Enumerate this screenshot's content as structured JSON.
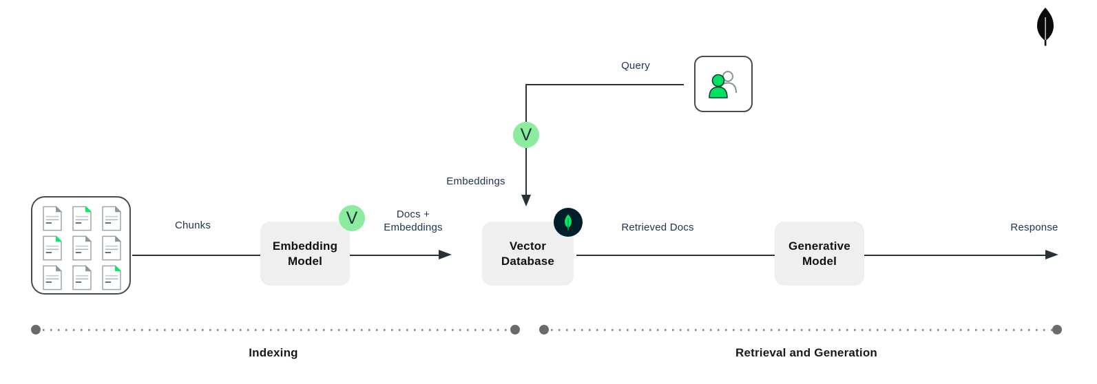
{
  "diagram": {
    "brand": {
      "logo_icon": "mongodb-leaf-icon"
    },
    "nodes": {
      "documents": {
        "icon": "document-icon",
        "fold_pattern": [
          "gray",
          "green",
          "gray",
          "green",
          "gray",
          "gray",
          "gray",
          "gray",
          "green"
        ]
      },
      "embedding_model": {
        "label": "Embedding Model",
        "badge_letter": "V"
      },
      "vector_database": {
        "label": "Vector Database",
        "badge_icon": "mongodb-leaf-icon"
      },
      "generative_model": {
        "label": "Generative Model"
      },
      "user": {
        "icon": "people-icon"
      }
    },
    "edges": {
      "chunks": {
        "label": "Chunks"
      },
      "docs_embeddings": {
        "label": "Docs + Embeddings"
      },
      "query": {
        "label": "Query"
      },
      "embeddings": {
        "label": "Embeddings",
        "badge_letter": "V"
      },
      "retrieved_docs": {
        "label": "Retrieved Docs"
      },
      "response": {
        "label": "Response"
      }
    },
    "phases": {
      "indexing": {
        "label": "Indexing"
      },
      "retrieval_generation": {
        "label": "Retrieval and Generation"
      }
    },
    "colors": {
      "spring_green": "#00ED64",
      "badge_green": "#8CEC9D",
      "dark_navy": "#001E2B",
      "line": "#263238",
      "label_text": "#1C3350",
      "node_bg": "#EFEFEF",
      "dotted_gray": "#8E8E8E",
      "dot_end_gray": "#6B6B6B"
    }
  }
}
